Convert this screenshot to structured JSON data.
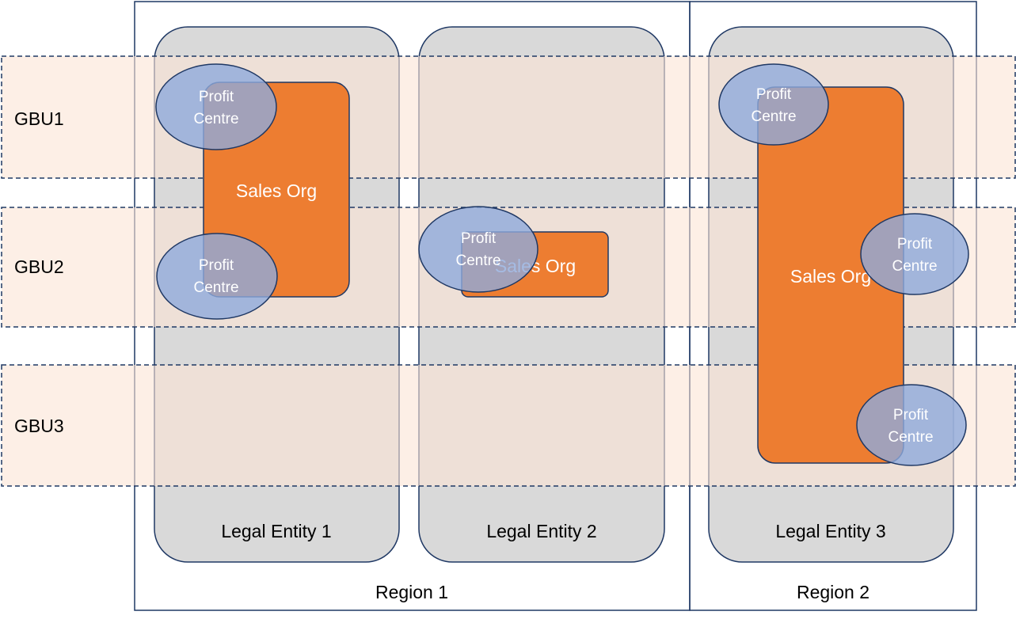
{
  "regions": [
    {
      "label": "Region 1"
    },
    {
      "label": "Region 2"
    }
  ],
  "legal_entities": [
    {
      "label": "Legal Entity 1"
    },
    {
      "label": "Legal Entity 2"
    },
    {
      "label": "Legal Entity 3"
    }
  ],
  "gbus": [
    {
      "label": "GBU1"
    },
    {
      "label": "GBU2"
    },
    {
      "label": "GBU3"
    }
  ],
  "sales_orgs": [
    {
      "label": "Sales Org"
    },
    {
      "label": "Sales Org"
    },
    {
      "label": "Sales Org"
    }
  ],
  "profit_centres": [
    {
      "line1": "Profit",
      "line2": "Centre"
    },
    {
      "line1": "Profit",
      "line2": "Centre"
    },
    {
      "line1": "Profit",
      "line2": "Centre"
    },
    {
      "line1": "Profit",
      "line2": "Centre"
    },
    {
      "line1": "Profit",
      "line2": "Centre"
    },
    {
      "line1": "Profit",
      "line2": "Centre"
    }
  ],
  "colors": {
    "legal_entity_fill": "#d9d9d9",
    "gbu_fill": "#fbe5d6",
    "sales_org_fill": "#ed7d31",
    "profit_centre_fill": "#8faadc",
    "outline": "#1f3864"
  }
}
